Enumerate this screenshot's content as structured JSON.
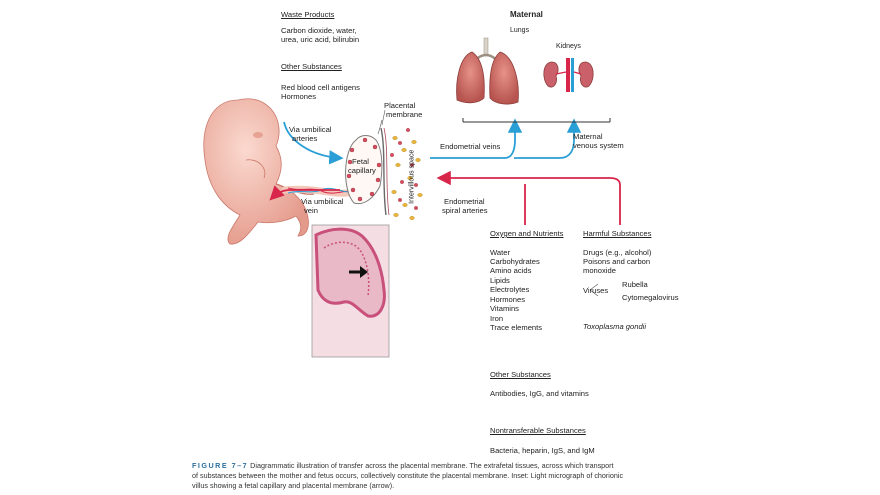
{
  "waste": {
    "heading": "Waste Products",
    "line1": "Carbon dioxide, water,",
    "line2": "urea, uric acid, bilirubin"
  },
  "other_top": {
    "heading": "Other Substances",
    "line1": "Red blood cell antigens",
    "line2": "Hormones"
  },
  "maternal": {
    "title": "Maternal",
    "lungs": "Lungs",
    "kidneys": "Kidneys"
  },
  "labels": {
    "placental_membrane_1": "Placental",
    "placental_membrane_2": "membrane",
    "via_umb_arteries_1": "Via umbilical",
    "via_umb_arteries_2": "arteries",
    "via_umb_vein_1": "Via umbilical",
    "via_umb_vein_2": "vein",
    "fetal_capillary_1": "Fetal",
    "fetal_capillary_2": "capillary",
    "intervillous": "Intervillous space",
    "endometrial_veins": "Endometrial veins",
    "maternal_venous_1": "Maternal",
    "maternal_venous_2": "venous system",
    "endometrial_spiral_1": "Endometrial",
    "endometrial_spiral_2": "spiral arteries"
  },
  "oxygen": {
    "heading": "Oxygen and Nutrients",
    "items": [
      "Water",
      "Carbohydrates",
      "Amino acids",
      "Lipids",
      "Electrolytes",
      "Hormones",
      "Vitamins",
      "Iron",
      "Trace elements"
    ]
  },
  "harmful": {
    "heading": "Harmful Substances",
    "drugs": "Drugs (e.g., alcohol)",
    "poisons_1": "Poisons and carbon",
    "poisons_2": "monoxide",
    "viruses": "Viruses",
    "rubella": "Rubella",
    "cmv": "Cytomegalovirus",
    "toxo": "Toxoplasma gondii"
  },
  "other_bottom": {
    "heading": "Other Substances",
    "line1": "Antibodies, IgG, and vitamins"
  },
  "nontransferable": {
    "heading": "Nontransferable Substances",
    "line1": "Bacteria, heparin, IgS, and IgM"
  },
  "caption": {
    "label": "FIGURE 7–7",
    "line1": "Diagrammatic illustration of transfer across the placental membrane. The extrafetal tissues, across which transport",
    "line2": "of substances between the mother and fetus occurs, collectively constitute the placental membrane. Inset: Light micrograph of chorionic",
    "line3": "villus showing a fetal capillary and placental membrane (arrow)."
  },
  "colors": {
    "blue_arrow": "#2a9fd6",
    "red_arrow": "#d8264a",
    "lung": "#c9706a",
    "fetus": "#f0b5a7",
    "micrograph_bg": "#f4dde3",
    "micrograph_tissue": "#c8507a",
    "caption_label": "#2b6f9e"
  }
}
